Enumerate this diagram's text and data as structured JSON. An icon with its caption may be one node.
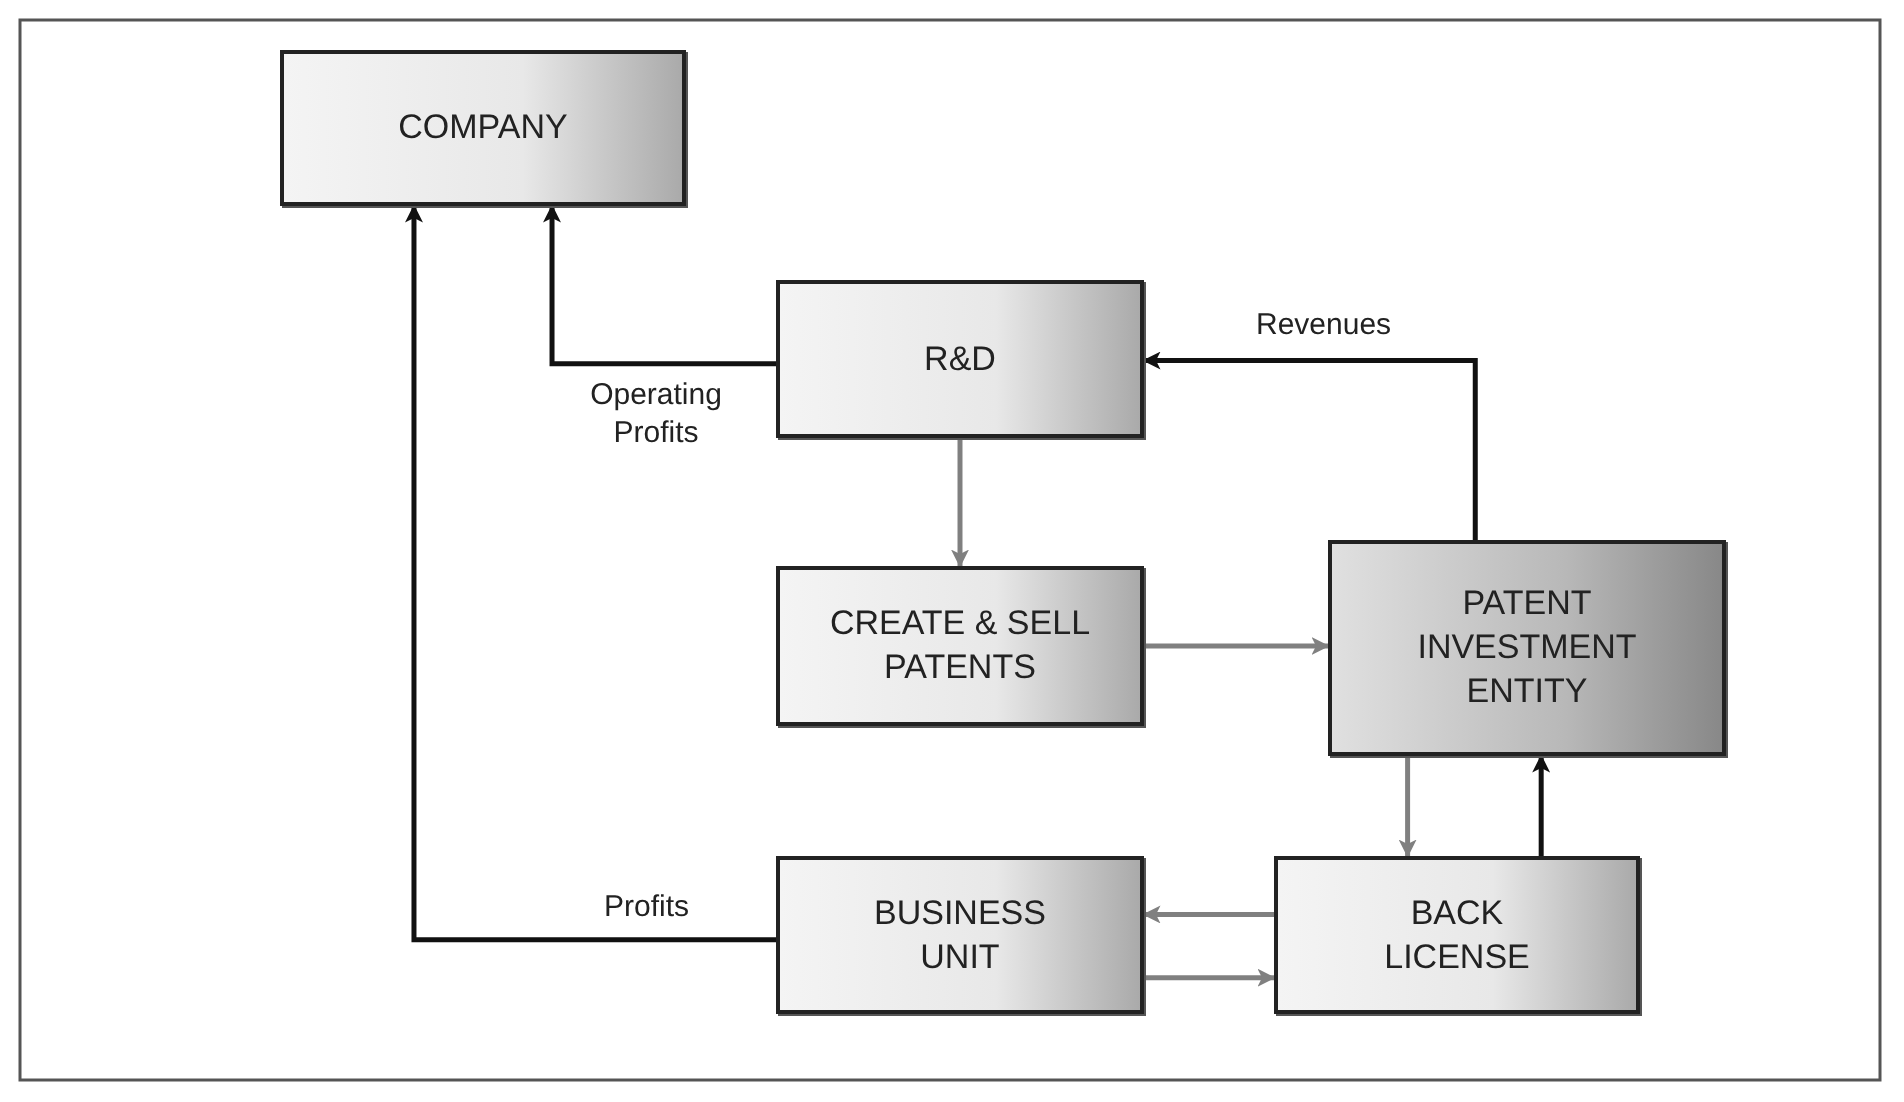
{
  "diagram": {
    "nodes": [
      {
        "text": [
          "COMPANY"
        ]
      },
      {
        "text": [
          "R&D"
        ]
      },
      {
        "text": [
          "CREATE & SELL PATENTS"
        ]
      },
      {
        "text": [
          "PATENT INVESTMENT ENTITY"
        ]
      },
      {
        "text": [
          "BUSINESS UNIT"
        ]
      },
      {
        "text": [
          "BACK LICENSE"
        ]
      }
    ],
    "edges": [
      {
        "from": 1,
        "to": 0,
        "arrow": "to",
        "label": "Operating Profits",
        "color": "#111111"
      },
      {
        "from": 4,
        "to": 0,
        "arrow": "to",
        "label": "Profits",
        "color": "#111111"
      },
      {
        "from": 3,
        "to": 1,
        "arrow": "to",
        "label": "Revenues",
        "color": "#111111"
      },
      {
        "from": 1,
        "to": 2,
        "arrow": "to"
      },
      {
        "from": 2,
        "to": 3,
        "arrow": "to"
      },
      {
        "from": 3,
        "to": 5,
        "arrow": "to"
      },
      {
        "from": 5,
        "to": 3,
        "arrow": "to",
        "color": "#111111"
      },
      {
        "from": 5,
        "to": 4,
        "arrow": "to"
      },
      {
        "from": 4,
        "to": 5,
        "arrow": "to"
      }
    ]
  }
}
